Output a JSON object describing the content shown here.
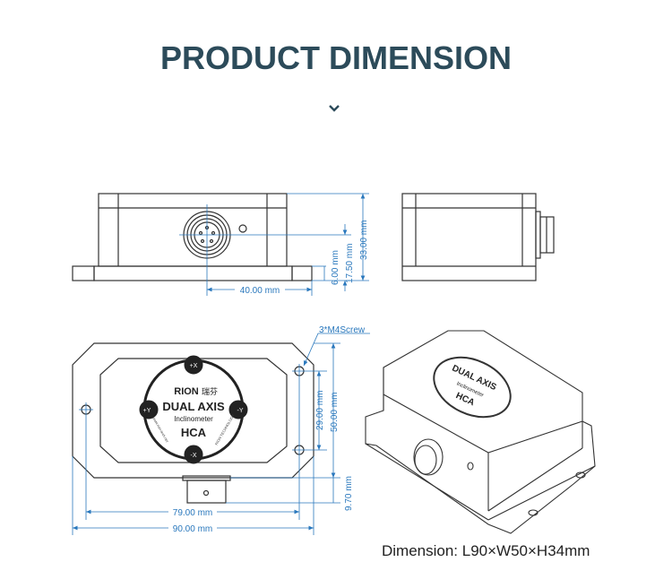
{
  "header": {
    "title": "PRODUCT DIMENSION"
  },
  "front_view": {
    "dims": {
      "width_40": "40.00 mm",
      "height_6": "6.00 mm",
      "height_17_5": "17.50 mm",
      "height_33": "33.00 mm"
    }
  },
  "top_view": {
    "label": {
      "brand": "RION",
      "brand_cn": "瑞芬",
      "line1": "DUAL AXIS",
      "line2": "Inclinometer",
      "line3": "HCA",
      "url": "www.rion-tech.net",
      "company": "RION TECHNOLOGY",
      "axes": [
        "+X",
        "-X",
        "+Y",
        "-Y"
      ]
    },
    "screw_label": "3*M4Screw",
    "dims": {
      "d29": "29.00 mm",
      "d50": "50.00 mm",
      "d9_7": "9.70 mm",
      "d79": "79.00 mm",
      "d90": "90.00 mm"
    }
  },
  "caption": "Dimension: L90×W50×H34mm",
  "colors": {
    "title": "#2c4b5a",
    "dimension": "#2a78bd",
    "outline": "#333333"
  }
}
